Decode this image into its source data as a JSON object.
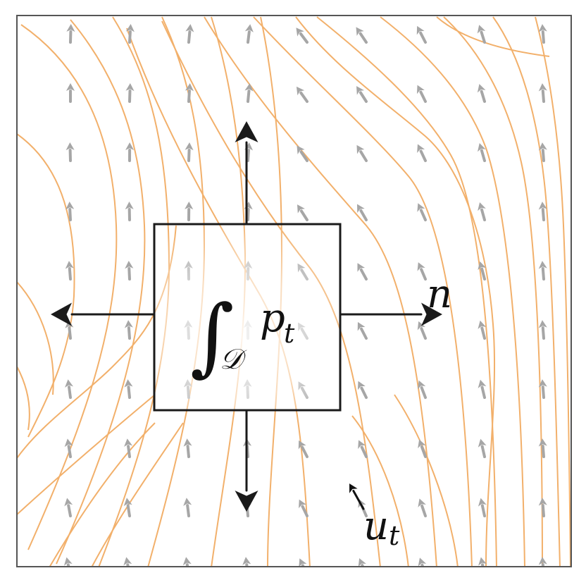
{
  "colors": {
    "streamline": "#f2b06b",
    "vector_arrow": "#a6a6a6",
    "frame": "#555555",
    "box": "#1a1a1a",
    "normal_arrow": "#1a1a1a"
  },
  "labels": {
    "integral_sign": "∫",
    "domain_subscript": "𝒟",
    "density": "p",
    "density_subscript": "t",
    "normal": "n",
    "velocity": "u",
    "velocity_subscript": "t"
  },
  "icons": {
    "vector_field_arrow": "arrow-icon",
    "normal_arrow": "arrow-icon"
  }
}
